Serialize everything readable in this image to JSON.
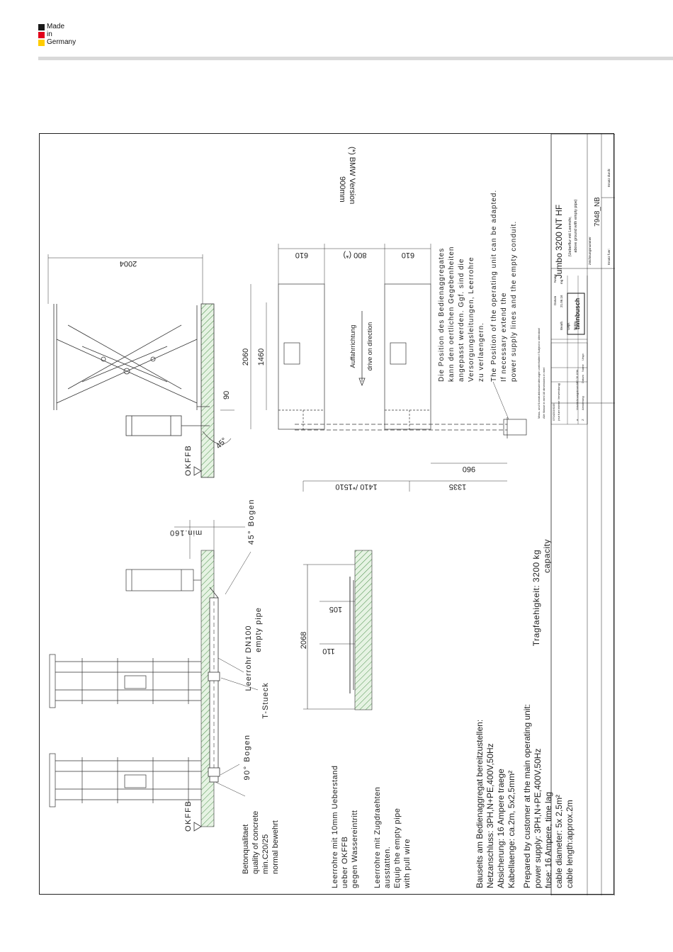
{
  "brand": {
    "lines": [
      "Made",
      "in",
      "Germany"
    ],
    "colors": [
      "#1a1a1a",
      "#e2001a",
      "#ffcc00"
    ]
  },
  "drawing": {
    "title": "Jumbo 3200 NT HF",
    "subtitle_de": "(Ueberflur mit Leerrohr,",
    "subtitle_en": "above ground with empty pipe)",
    "drawing_number_label": "Zeichnungsnummer",
    "drawing_number": "7948_NB",
    "replace_for_label": "Ersatz fuer:",
    "replaced_by_label": "Ersatz durch:",
    "logo_text": "twinbusch",
    "notice_line1": "Mass- und Konstruktionsaenderungen vorbehalten! Subject to alteration!",
    "notice_line2": "Alle Masse in mm! All dimensions in mm!",
    "datum_label": "Datum",
    "name_label": "Name",
    "bearb_label": "Bearb.",
    "gepr_label": "Gepr.",
    "norm_label": "Norm",
    "date_value": "21.06.16",
    "name_value": "mg",
    "project_no": "07042016105",
    "internal_use": "(nur fuer interne Verwendung)",
    "rev_label": "a",
    "rev_text": "Vorzeichnungsbruecke",
    "rev_date": "22.06.16",
    "rev_name": "th",
    "col_z": "Z",
    "col_change": "Aenderung",
    "col_date": "Datum",
    "col_name": "Name",
    "col_origin": "Urspr."
  },
  "labels": {
    "okffb_1": "OKFFB",
    "okffb_2": "OKFFB",
    "dim_2004": "2004",
    "dim_90": "90",
    "angle_45": "45°",
    "dim_min160": "min.160",
    "bogen_45": "45° Bogen",
    "leerrohr_de": "Leerrohr DN100",
    "leerrohr_en": "empty pipe",
    "t_stueck": "T-Stueck",
    "bogen_90": "90° Bogen",
    "beton_de": "Betonqualitaet",
    "beton_en": "quality of concrete",
    "beton_c": "min.C20/25",
    "beton_bew": "normal bewehrt",
    "dim_2068": "2068",
    "dim_105": "105",
    "dim_110": "110",
    "dim_2060": "2060",
    "dim_1460": "1460",
    "dim_610a": "610",
    "dim_800": "800 (*)",
    "dim_610b": "610",
    "dim_960": "960",
    "dim_1335": "1335",
    "dim_1410": "1410 /*1510",
    "drive_de": "Auffahrrichtung",
    "drive_en": "drive on direction",
    "bmw_1": "(*) BMW Version",
    "bmw_2": "900mm",
    "pos_de": [
      "Die Position des Bedienaggregates",
      "kann den oertlichen Gegebenheiten",
      "angepasst werden. Ggf. sind die",
      "Versorgungsleitungen, Leerrohre",
      "zu verlaengern."
    ],
    "pos_en": [
      "The Position of the operating unit can be adapted.",
      "If necessary extend the",
      "power supply lines and the empty conduit."
    ],
    "capacity_1": "Tragfaehigkeit: 3200 kg",
    "capacity_2": "capacity",
    "pipe_note": [
      "Leerrohre mit 10mm Ueberstand",
      "ueber OKFFB",
      "gegen Wassereintritt"
    ],
    "wire_note": [
      "Leerrohre mit Zugdraehten",
      "ausstatten.",
      "Equip the empty pipe",
      "with pull wire"
    ],
    "power_de": [
      "Bauseits am Bedienaggregat bereitzustellen:",
      "Netzanschluss: 3PH,N+PE,400V,50Hz",
      "Absicherung: 16 Ampere traege",
      "Kabellaenge: ca.2m, 5x2,5mm²"
    ],
    "power_en": [
      "Prepared by customer at the main operating unit:",
      "power supply: 3PH,N+PE,400V,50Hz",
      "fuse: 16 Ampere, time lag",
      "cable diameter: 5x 2,5m²",
      "cable length:approx.2m"
    ]
  }
}
